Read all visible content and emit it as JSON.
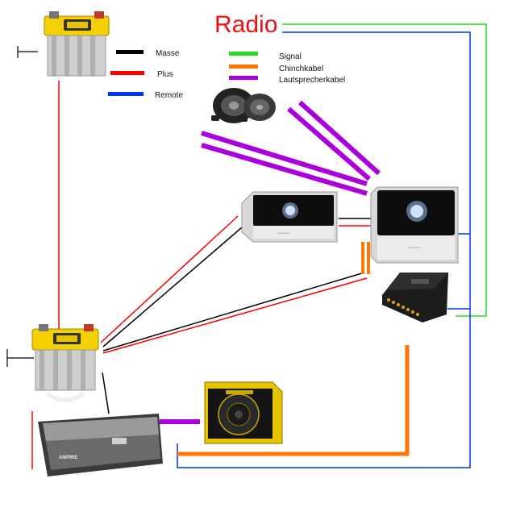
{
  "title": "Radio",
  "legend_left": [
    {
      "label": "Masse",
      "color": "#000000"
    },
    {
      "label": "Plus",
      "color": "#ff0000"
    },
    {
      "label": "Remote",
      "color": "#0033ff"
    }
  ],
  "legend_right": [
    {
      "label": "Signal",
      "color": "#22dd22"
    },
    {
      "label": "Chinchkabel",
      "color": "#ff7700"
    },
    {
      "label": "Lautsprecherkabel",
      "color": "#aa00dd"
    }
  ],
  "colors": {
    "title": "#ee1111",
    "remote_label": "#aa00dd",
    "masse": "#000000",
    "plus": "#ff0000",
    "remote": "#0033ff",
    "signal": "#22dd22",
    "chinch": "#ff7700",
    "speaker": "#aa00dd",
    "battery_body": "#c8c8c8",
    "battery_top": "#f5d000"
  },
  "components": [
    "battery-top",
    "battery-bottom",
    "speaker-set",
    "amplifier-mid",
    "amplifier-right",
    "dsp-unit",
    "subwoofer-box",
    "amplifier-large"
  ],
  "amplifier_large_label": "AMPIRE"
}
